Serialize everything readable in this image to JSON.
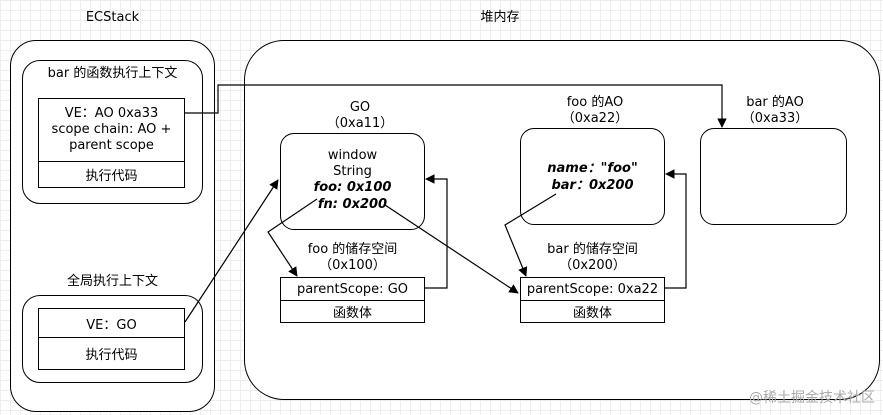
{
  "ecstack": {
    "title": "ECStack",
    "bar_context": {
      "title": "bar 的函数执行上下文",
      "ve_line1": "VE：AO 0xa33",
      "ve_line2": "scope chain: AO +",
      "ve_line3": "parent scope",
      "code": "执行代码"
    },
    "global_context": {
      "title": "全局执行上下文",
      "ve": "VE：GO",
      "code": "执行代码"
    }
  },
  "heap": {
    "title": "堆内存",
    "go": {
      "name": "GO",
      "addr": "（0xa11）",
      "line1": "window",
      "line2": "String",
      "line3": "foo: 0x100",
      "line4": "fn: 0x200"
    },
    "foo_ao": {
      "name": "foo 的AO",
      "addr": "（0xa22）",
      "line1": "name：\"foo\"",
      "line2": "bar：0x200"
    },
    "bar_ao": {
      "name": "bar 的AO",
      "addr": "（0xa33）"
    },
    "foo_storage": {
      "name": "foo 的储存空间",
      "addr": "（0x100）",
      "scope": "parentScope: GO",
      "body": "函数体"
    },
    "bar_storage": {
      "name": "bar 的储存空间",
      "addr": "（0x200）",
      "scope": "parentScope: 0xa22",
      "body": "函数体"
    }
  },
  "watermark": "@稀土掘金技术社区"
}
